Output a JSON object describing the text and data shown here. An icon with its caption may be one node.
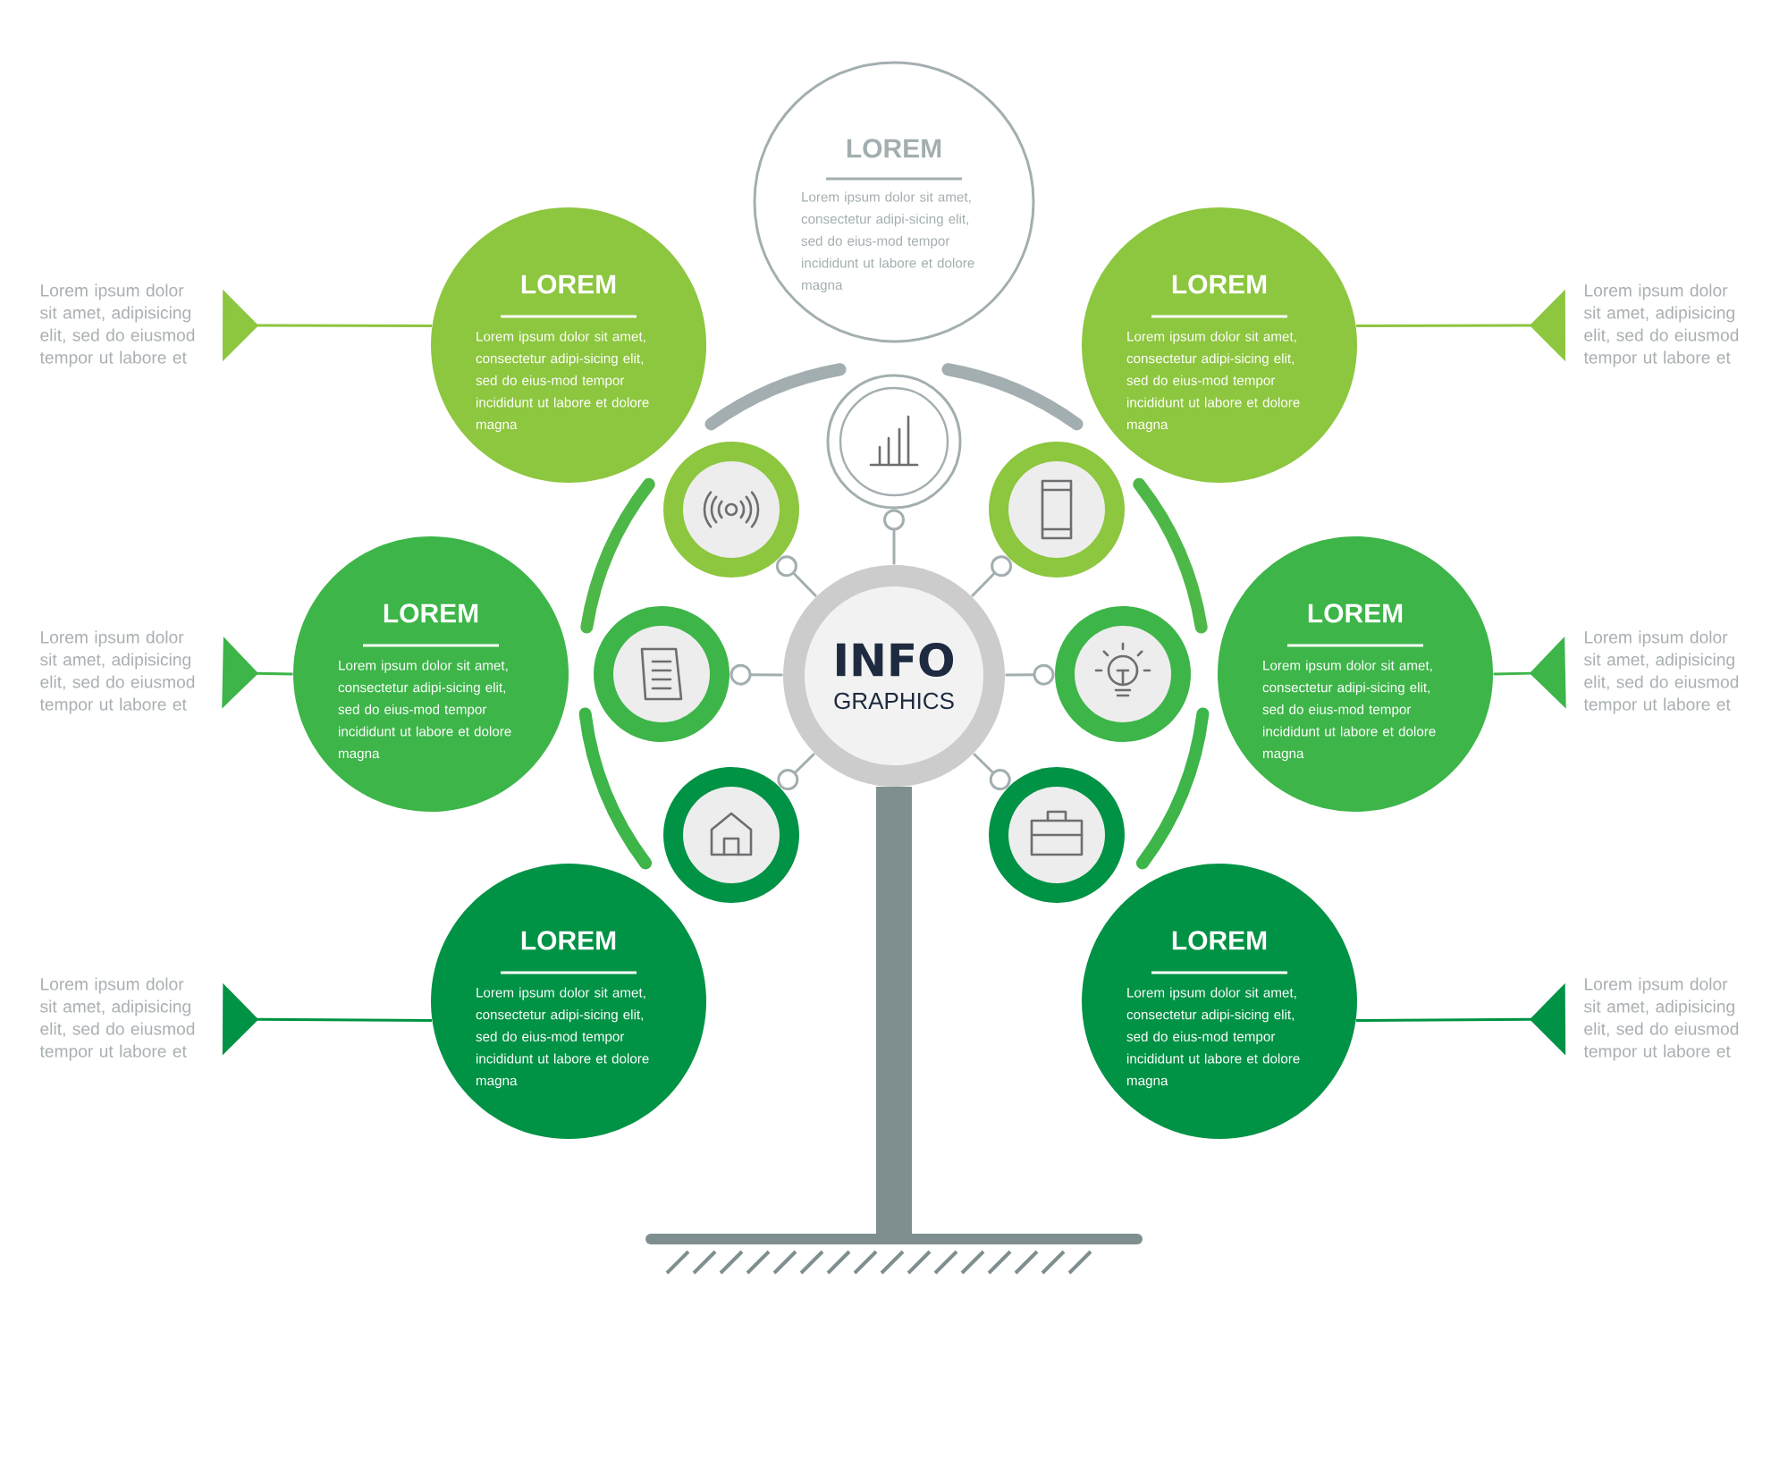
{
  "diagram": {
    "nodes": [
      {
        "text": [
          "LOREM",
          "Lorem ipsum dolor sit amet, consectetur adipi-sicing elit, sed do eius-mod tempor incididunt ut labore et dolore magna"
        ]
      },
      {
        "text": [
          "LOREM",
          "Lorem ipsum dolor sit amet, consectetur adipi-sicing elit, sed do eius-mod tempor incididunt ut labore et dolore magna"
        ]
      },
      {
        "text": [
          "LOREM",
          "Lorem ipsum dolor sit amet, consectetur adipi-sicing elit, sed do eius-mod tempor incididunt ut labore et dolore magna"
        ]
      },
      {
        "text": [
          "LOREM",
          "Lorem ipsum dolor sit amet, consectetur adipi-sicing elit, sed do eius-mod tempor incididunt ut labore et dolore magna"
        ]
      },
      {
        "text": [
          "LOREM",
          "Lorem ipsum dolor sit amet, consectetur adipi-sicing elit, sed do eius-mod tempor incididunt ut labore et dolore magna"
        ]
      },
      {
        "text": [
          "LOREM",
          "Lorem ipsum dolor sit amet, consectetur adipi-sicing elit, sed do eius-mod tempor incididunt ut labore et dolore magna"
        ]
      },
      {
        "text": [
          "LOREM",
          "Lorem ipsum dolor sit amet, consectetur adipi-sicing elit, sed do eius-mod tempor incididunt ut labore et dolore magna"
        ]
      },
      {
        "text": [
          "INFO",
          "GRAPHICS"
        ]
      },
      {
        "text": [],
        "shape": "circle"
      },
      {
        "text": [],
        "shape": "circle"
      },
      {
        "text": [],
        "shape": "circle"
      },
      {
        "text": [],
        "shape": "circle"
      },
      {
        "text": [],
        "shape": "circle"
      },
      {
        "text": [],
        "shape": "circle"
      },
      {
        "text": [],
        "shape": "circle"
      },
      {
        "text": [
          "Lorem ipsum dolor sit amet, adipisicing elit, sed do eiusmod tempor ut labore et"
        ]
      },
      {
        "text": [
          "Lorem ipsum dolor sit amet, adipisicing elit, sed do eiusmod tempor ut labore et"
        ]
      },
      {
        "text": [
          "Lorem ipsum dolor sit amet, adipisicing elit, sed do eiusmod tempor ut labore et"
        ]
      },
      {
        "text": [
          "Lorem ipsum dolor sit amet, adipisicing elit, sed do eiusmod tempor ut labore et"
        ]
      },
      {
        "text": [
          "Lorem ipsum dolor sit amet, adipisicing elit, sed do eiusmod tempor ut labore et"
        ]
      },
      {
        "text": [
          "Lorem ipsum dolor sit amet, adipisicing elit, sed do eiusmod tempor ut labore et"
        ]
      }
    ],
    "edges": [
      {
        "from": 7,
        "to": 8,
        "arrow": "other"
      },
      {
        "from": 7,
        "to": 9,
        "arrow": "other"
      },
      {
        "from": 7,
        "to": 10,
        "arrow": "other"
      },
      {
        "from": 7,
        "to": 11,
        "arrow": "other"
      },
      {
        "from": 7,
        "to": 12,
        "arrow": "other"
      },
      {
        "from": 7,
        "to": 13,
        "arrow": "other"
      },
      {
        "from": 7,
        "to": 14,
        "arrow": "other"
      },
      {
        "from": 1,
        "to": 15,
        "arrow": "other",
        "color": "#8dc63f"
      },
      {
        "from": 2,
        "to": 16,
        "arrow": "other",
        "color": "#8dc63f"
      },
      {
        "from": 3,
        "to": 17,
        "arrow": "other",
        "color": "#3db549"
      },
      {
        "from": 4,
        "to": 18,
        "arrow": "other",
        "color": "#3db549"
      },
      {
        "from": 5,
        "to": 19,
        "arrow": "other",
        "color": "#009245"
      },
      {
        "from": 6,
        "to": 20,
        "arrow": "other",
        "color": "#009245"
      }
    ]
  }
}
